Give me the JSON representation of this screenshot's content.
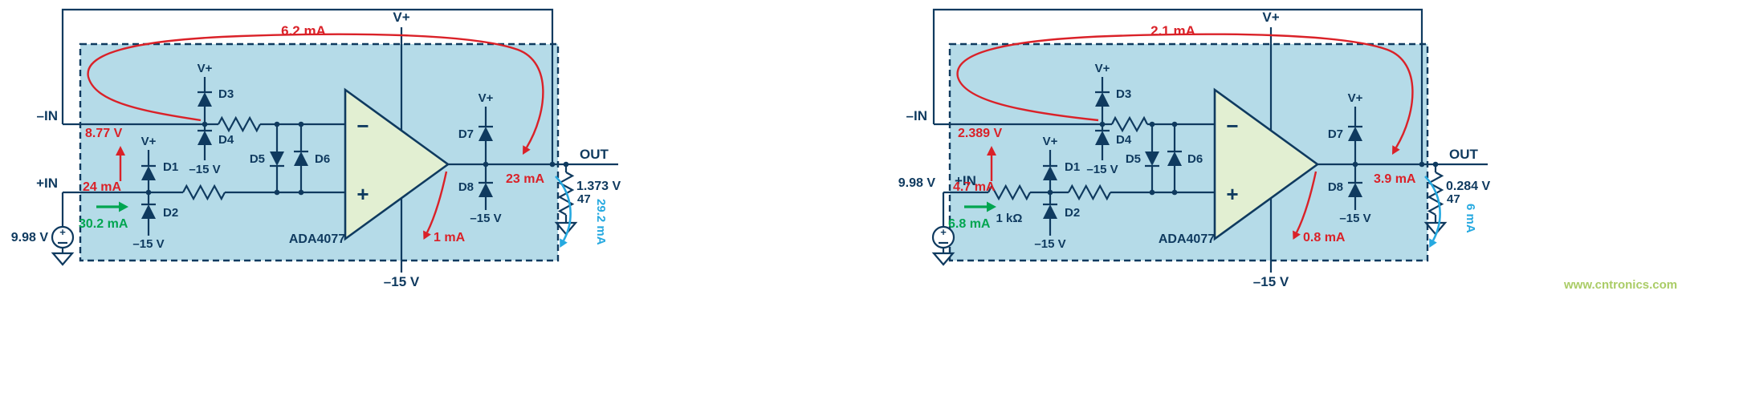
{
  "colors": {
    "wire_navy": "#0f3a5f",
    "box_fill": "#b5dbe8",
    "opamp_fill": "#e2efd2",
    "annotation_red": "#da2128",
    "annotation_green": "#00a550",
    "annotation_cyan": "#26a9e0",
    "watermark_green": "#aacc66"
  },
  "watermark": "www.cntronics.com",
  "panels": [
    {
      "in_neg_label": "–IN",
      "in_pos_label": "+IN",
      "source_voltage": "9.98 V",
      "vplus": "V+",
      "vminus": "–15 V",
      "diodes": {
        "d1": "D1",
        "d2": "D2",
        "d3": "D3",
        "d4": "D4",
        "d5": "D5",
        "d6": "D6",
        "d7": "D7",
        "d8": "D8"
      },
      "chip_name": "ADA4077",
      "opamp_minus": "−",
      "opamp_plus": "+",
      "source_plus": "+",
      "loop_current": "6.2 mA",
      "inv_node_voltage": "8.77 V",
      "input_current": "24 mA",
      "d2_current": "30.2 mA",
      "tail_current": "1 mA",
      "out_stage_current": "23 mA",
      "out_label": "OUT",
      "out_voltage": "1.373 V",
      "load_resistor": "47",
      "load_current": "29.2 mA"
    },
    {
      "in_neg_label": "–IN",
      "in_pos_label": "+IN",
      "source_voltage": "9.98 V",
      "series_resistor": "1 kΩ",
      "vplus": "V+",
      "vminus": "–15 V",
      "diodes": {
        "d1": "D1",
        "d2": "D2",
        "d3": "D3",
        "d4": "D4",
        "d5": "D5",
        "d6": "D6",
        "d7": "D7",
        "d8": "D8"
      },
      "chip_name": "ADA4077",
      "opamp_minus": "−",
      "opamp_plus": "+",
      "source_plus": "+",
      "loop_current": "2.1 mA",
      "inv_node_voltage": "2.389 V",
      "input_current": "4.7 mA",
      "d2_current": "6.8 mA",
      "tail_current": "0.8 mA",
      "out_stage_current": "3.9 mA",
      "out_label": "OUT",
      "out_voltage": "0.284 V",
      "load_resistor": "47",
      "load_current": "6 mA"
    }
  ]
}
